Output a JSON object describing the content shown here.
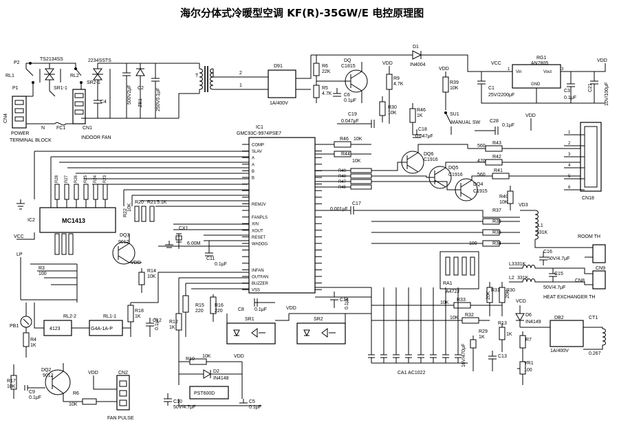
{
  "title": "海尔分体式冷暖型空调 KF(R)-35GW/E 电控原理图",
  "ic1": {
    "ref": "IC1",
    "part": "GMC93C-9974PSE7",
    "left_pins": [
      "COMP",
      "SLAV",
      "A",
      "A",
      "B",
      "B",
      "",
      "",
      "",
      "REM2V",
      "",
      "FANPLS",
      "XIN",
      "XOUT",
      "RESET",
      "WADOG",
      "",
      "",
      "",
      "INFAN",
      "OUTFAN",
      "BUZZER",
      "VSS"
    ]
  },
  "ic2": {
    "ref": "IC2",
    "part": "MC1413"
  },
  "power": {
    "p2": "P2",
    "p1": "P1",
    "rl1": "RL1",
    "rl2": "RL2",
    "ts1": "TS2134SS",
    "ts2": "2234SSTS",
    "sr1": "SR1-1",
    "sr2": "SR2-1",
    "c4": "C4",
    "c2": "C2",
    "c2v": "250V0.1μF",
    "zd": "ZE1",
    "c2b": "500V2μF",
    "cn4": "CN4",
    "cn1": "CN1",
    "fc1": "FC1",
    "n": "N",
    "t1": "T",
    "d91": "D91",
    "d91v": "1A/400V",
    "power_label": "POWER",
    "terminal": "TERMINAL BLOCK",
    "indoor_fan": "INDOOR FAN",
    "i2": "2",
    "i1": "1"
  },
  "top": {
    "r6": "R6",
    "r6v": "22K",
    "r5": "R5",
    "r5v": "4.7K",
    "q": "DQ",
    "qv": "C1815",
    "c6": "C6",
    "c6v": "0.1μF",
    "d1": "D1",
    "d1v": "IN4004",
    "vcc": "VCC",
    "rg1": "RG1",
    "rg1v": "AN7805",
    "vin": "Vin",
    "vout": "Vout",
    "gnd": "GND",
    "c1": "C1",
    "c1v": "25V/2200μF",
    "c3": "C3",
    "c3v": "0.1μF",
    "c21": "C21",
    "c21v": "10V/100μF",
    "vdd": "VDD",
    "r9": "R9",
    "r9v": "4.7K",
    "r39": "R39",
    "r39v": "10K",
    "r46": "R46",
    "r46v": "1K",
    "su1": "SU1",
    "manual": "MANUAL SW",
    "c19": "C19",
    "c19v": "0.047μF",
    "c18": "C18",
    "c18v": "0.047μF",
    "c28": "C28",
    "c28v": "0.1μF",
    "r30": "R30",
    "r30v": "10K",
    "n3": "3",
    "n1": "1",
    "n2": "2",
    "n4": "4"
  },
  "right": {
    "cn18": "CN18",
    "r43": "R43",
    "r43v": "560",
    "r42": "R42",
    "r42v": "470",
    "r41": "R41",
    "r41v": "560",
    "q6": "DQ6",
    "q6v": "C1916",
    "q5": "DQ5",
    "q5v": "C1916",
    "q4": "DQ4",
    "q4v": "C1915",
    "r40": "R40",
    "r40v": "10K",
    "r46b": "R46",
    "r44": "R44",
    "r49": "R49",
    "r48": "R48",
    "r47": "R47",
    "r45": "R45",
    "v10k": "10K",
    "c17": "C17",
    "c17v": "0.001μF",
    "vo3": "VD3",
    "r37": "R37",
    "r36": "R36",
    "r35": "R35",
    "r34": "R34",
    "r34v": "100",
    "l1": "L1",
    "l1v": "331K",
    "c16": "C16",
    "c16v": "50V/4.7μF",
    "room": "ROOM TH",
    "cn9": "CN9",
    "l2": "L2",
    "l2v": "331K",
    "l3": "L3",
    "c15": "C15",
    "c15v": "50V/4.7μF",
    "cn8": "CN8",
    "heat": "HEAT EXCHANGER TH",
    "ra1": "RA1",
    "ra1v": "A472J",
    "r31": "R31",
    "r31v": "20K",
    "r30b": "R30",
    "r30bv": "20K",
    "r33": "R33",
    "r33v": "10K",
    "r32": "R32",
    "r32v": "10K",
    "vcd": "VCD",
    "d6": "D6",
    "d6v": "IN4149",
    "db2": "DB2",
    "db2v": "1A/400V",
    "ct1": "CT1",
    "ct1v": "0.267",
    "r13": "R13",
    "r13v": "1K",
    "r7": "R7",
    "r29": "R29",
    "r29v": "1K",
    "c13": "C13",
    "c13v": "16V/470μF",
    "vr1": "VR1",
    "vr1v": "100",
    "cal": "CA1 AC1022",
    "c14": "C14",
    "c14v": "0.1μF",
    "sr1": "SR1",
    "sr2": "SR2"
  },
  "left": {
    "r28": "R28",
    "r27": "R27",
    "r26": "R26",
    "r25": "R25",
    "r24": "R24",
    "r23": "R23",
    "v10k": "10K",
    "r20": "R20",
    "r21": "R21",
    "r22": "R22",
    "r22v": "10K",
    "v1": "5.1K",
    "dq3": "DQ3",
    "dq3v": "9012",
    "r14": "R14",
    "r14v": "10K",
    "vdd": "VDD",
    "cx1": "CX1",
    "cx1v": "6.00M",
    "c11": "C11",
    "c11v": "0.1μF",
    "c12": "C12",
    "c12v": "0.1μF",
    "r18": "R18",
    "r18v": "1K",
    "r12": "R12",
    "r12v": "1K",
    "r15": "R15",
    "r15v": "220",
    "r16": "R16",
    "r16v": "220",
    "c8": "C8",
    "c8v": "0.1μF",
    "vcc": "VCC",
    "lp": "LP",
    "r3": "R3",
    "r3v": "100",
    "pb1": "PB1",
    "r4": "R4",
    "r4v": "1K",
    "rl22": "RL2-2",
    "rl11": "RL1-1",
    "k4123": "4123",
    "g4a": "G4A-1A-P",
    "r17": "R17",
    "r17v": "10K",
    "dq2": "DQ2",
    "dq2v": "9012",
    "c9": "C9",
    "c9v": "0.1μF",
    "r6b": "R6",
    "r6bv": "10K",
    "cn2": "CN2",
    "fan_pulse": "FAN PULSE",
    "r10": "R10",
    "r10v": "10K",
    "d2": "D2",
    "d2v": "IN4148",
    "pst": "PST600D",
    "c10": "C10",
    "c10v": "50V/4.7μF",
    "c5": "C5",
    "c5v": "0.1μF"
  }
}
